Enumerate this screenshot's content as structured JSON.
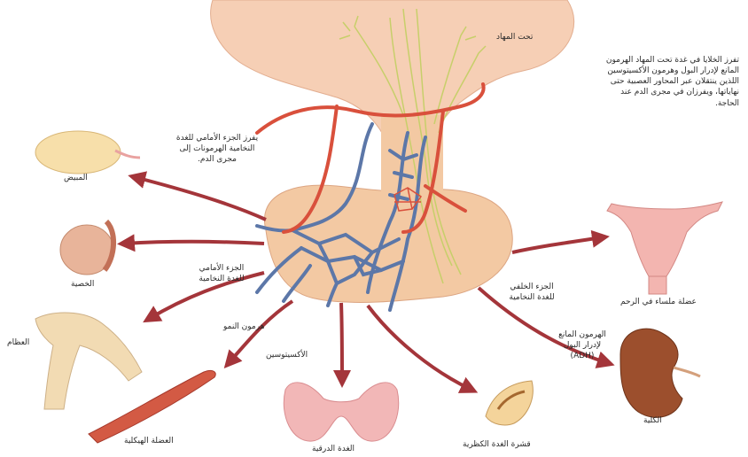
{
  "labels": {
    "hypothalamus": "تحت المهاد",
    "hypothalamus_note": [
      "تفرز الخلايا في غدة تحت المهاد الهرمون",
      "المانع لإدرار البول وهرمون الأكسيتوسين",
      "اللذين ينتقلان عبر المحاور العصبية حتى",
      "نهاياتها، ويفرزان في مجرى الدم عند",
      "الحاجة."
    ],
    "anterior_note": [
      "يفرز الجزء الأمامي للغدة",
      "النخامية الهرمونات إلى",
      "مجرى الدم."
    ],
    "ovary": "المبيض",
    "testis": "الخصية",
    "anterior_pituitary": [
      "الجزء الأمامي",
      "للغدة النخامية"
    ],
    "growth_hormone": "هرمون النمو",
    "bones": "العظام",
    "skeletal_muscle": "العضلة الهيكلية",
    "oxytocin": "الأكسيتوسين",
    "thyroid": "الغدة الدرقية",
    "adrenal_cortex": "قشرة الغدة الكظرية",
    "posterior_pituitary": [
      "الجزء الخلفي",
      "للغدة النخامية"
    ],
    "uterus": "عضلة ملساء في الرحم",
    "adh": [
      "الهرمون المانع",
      "لإدرار البول",
      "(ADH)"
    ],
    "kidney": "الكلية"
  },
  "colors": {
    "arrow": "#a4353a",
    "vein": "#5c77a8",
    "artery": "#d9503c",
    "nerve": "#c7cf6a",
    "gland": "#f3c9a3",
    "brain": "#f6cfb5"
  }
}
